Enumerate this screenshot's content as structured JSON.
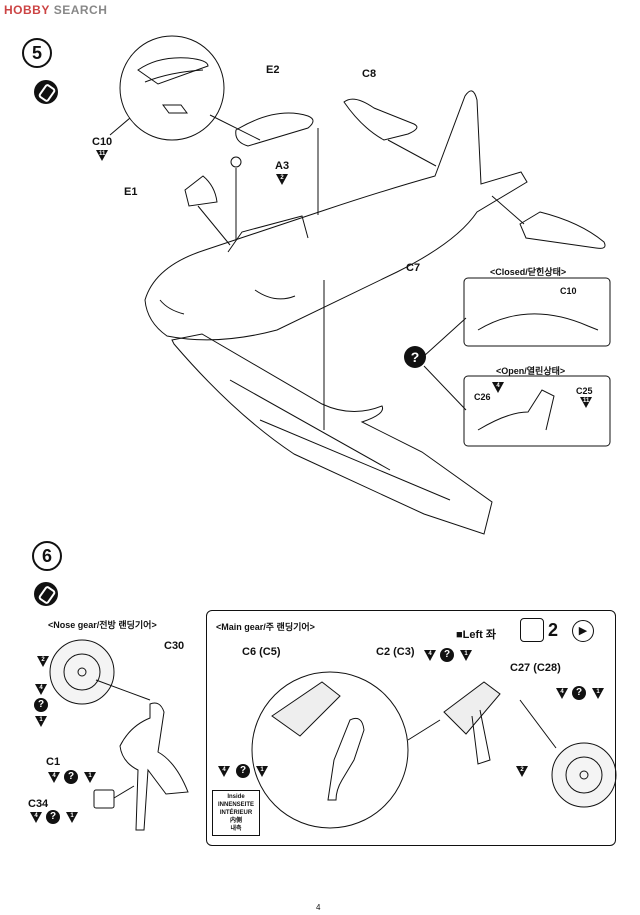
{
  "watermark": {
    "brand": "HOBBY",
    "text": "SEARCH"
  },
  "page_number": "4",
  "step5": {
    "number": "5",
    "labels": {
      "c10": "C10",
      "e2": "E2",
      "c8": "C8",
      "a3": "A3",
      "e1": "E1",
      "c7": "C7"
    },
    "c10_tri": "11",
    "a3_tri": "2",
    "closed_title": "<Closed/닫힌상태>",
    "closed_part": "C10",
    "open_title": "<Open/열린상태>",
    "open_left": "C26",
    "open_left_tri": "4",
    "open_right": "C25",
    "open_right_tri": "11"
  },
  "step6": {
    "number": "6",
    "nose_title": "<Nose gear/전방 랜딩기어>",
    "c30": "C30",
    "c30_tri": "2",
    "c1": "C1",
    "c34": "C34",
    "main_title": "<Main gear/주 랜딩기어>",
    "left_label": "■Left 좌",
    "count": "2",
    "c6": "C6 (C5)",
    "c2": "C2 (C3)",
    "c27": "C27 (C28)",
    "wheel_tri": "2",
    "inside_box": [
      "Inside",
      "INNENSEITE",
      "INTÉRIEUR",
      "内側",
      "내측"
    ],
    "tri_4": "4",
    "tri_1": "1",
    "q": "?"
  }
}
